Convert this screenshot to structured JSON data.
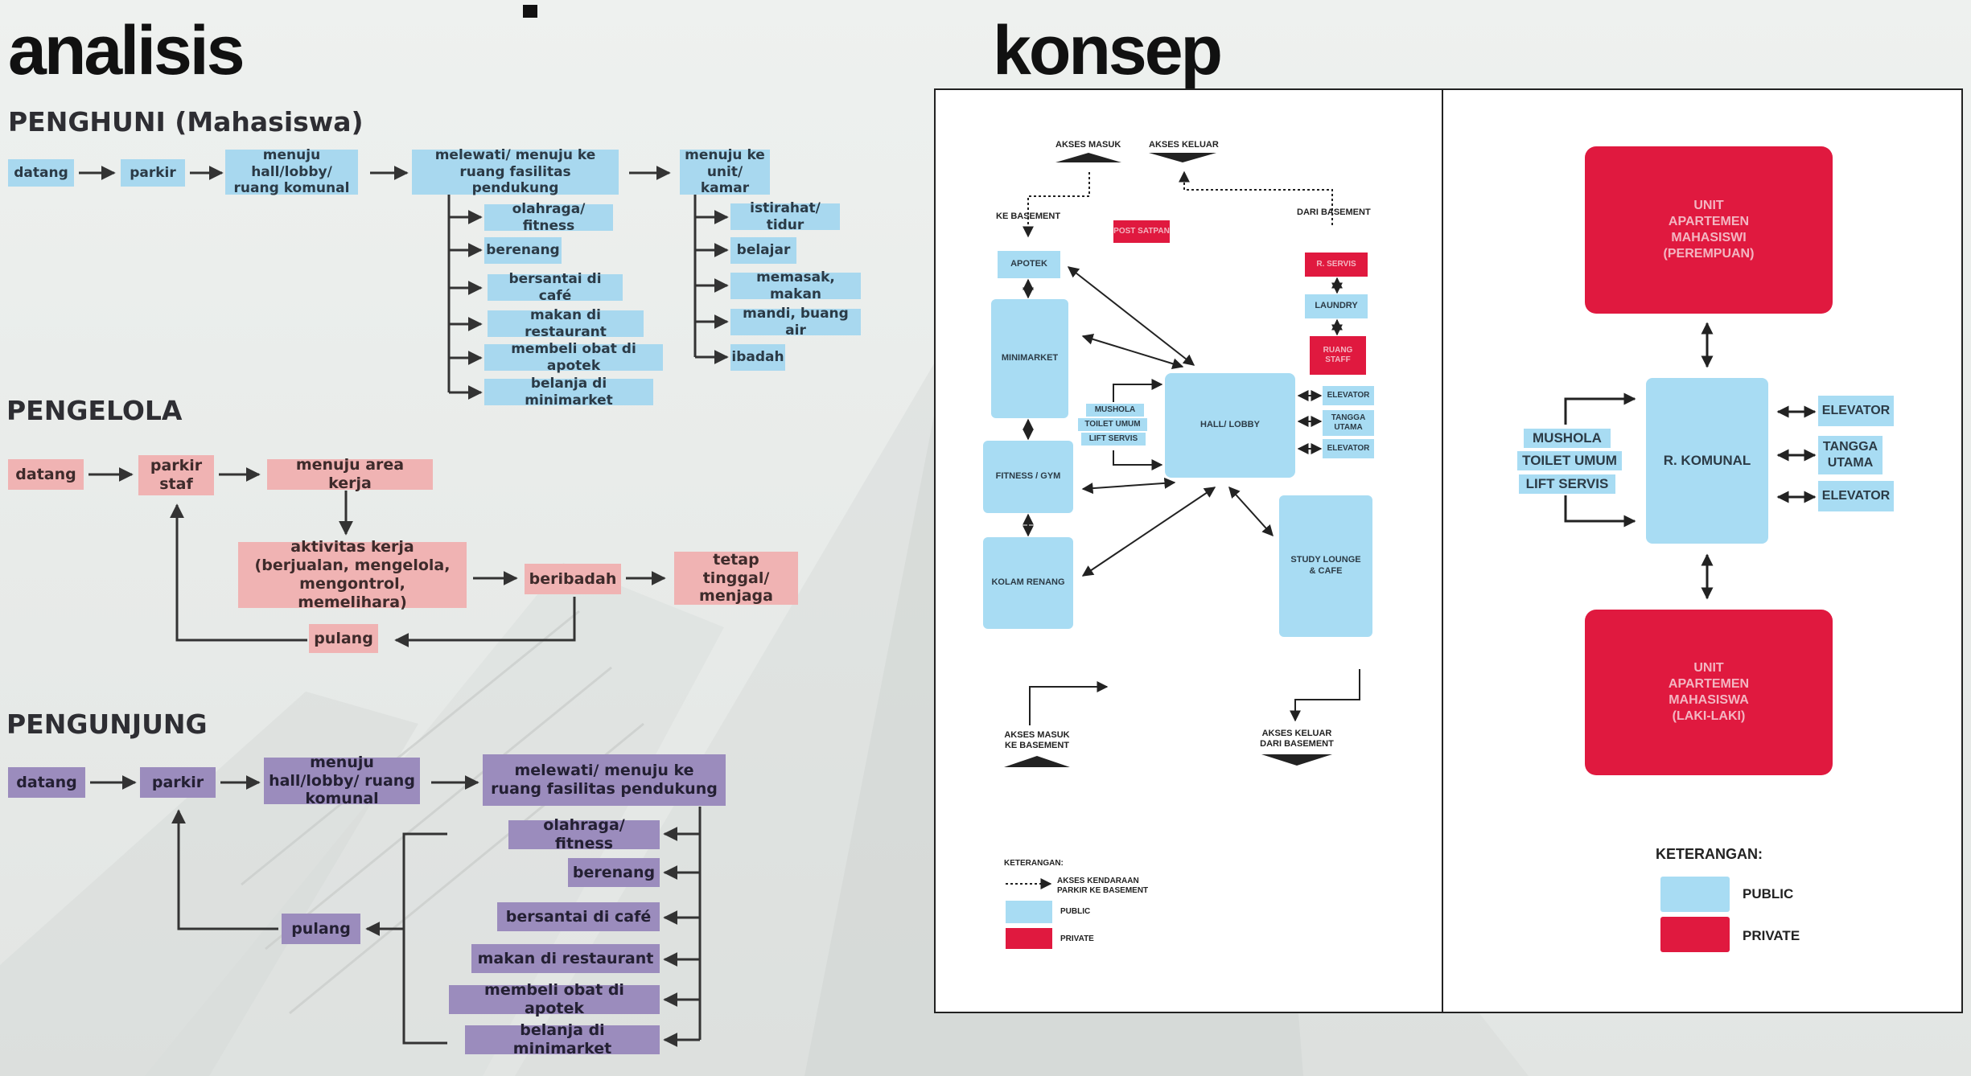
{
  "titles": {
    "analisis": "analisis",
    "konsep": "konsep"
  },
  "analysis": {
    "penghuni": {
      "heading": "PENGHUNI (Mahasiswa)",
      "flow": [
        "datang",
        "parkir",
        "menuju hall/lobby/ ruang komunal",
        "melewati/ menuju ke ruang fasilitas pendukung",
        "menuju ke unit/ kamar"
      ],
      "facilities": [
        "olahraga/ fitness",
        "berenang",
        "bersantai di café",
        "makan di restaurant",
        "membeli obat di apotek",
        "belanja di minimarket"
      ],
      "unit_activities": [
        "istirahat/ tidur",
        "belajar",
        "memasak, makan",
        "mandi, buang air",
        "ibadah"
      ]
    },
    "pengelola": {
      "heading": "PENGELOLA",
      "flow": [
        "datang",
        "parkir staf",
        "menuju area kerja",
        "aktivitas kerja (berjualan, mengelola, mengontrol, memelihara)",
        "beribadah",
        "tetap tinggal/ menjaga",
        "pulang"
      ]
    },
    "pengunjung": {
      "heading": "PENGUNJUNG",
      "flow": [
        "datang",
        "parkir",
        "menuju hall/lobby/ ruang komunal",
        "melewati/ menuju ke ruang fasilitas pendukung",
        "pulang"
      ],
      "facilities": [
        "olahraga/ fitness",
        "berenang",
        "bersantai di café",
        "makan di restaurant",
        "membeli obat di apotek",
        "belanja di minimarket"
      ]
    }
  },
  "concept_left": {
    "access_in": "AKSES MASUK",
    "access_out": "AKSES KELUAR",
    "to_basement": "KE BASEMENT",
    "from_basement": "DARI BASEMENT",
    "post": "POST SATPAN",
    "apotek": "APOTEK",
    "minimarket": "MINIMARKET",
    "fitness": "FITNESS / GYM",
    "kolam": "KOLAM RENANG",
    "hall": "HALL/ LOBBY",
    "study": "STUDY LOUNGE & CAFE",
    "r_servis": "R. SERVIS",
    "laundry": "LAUNDRY",
    "ruang_staff": "RUANG STAFF",
    "mushola": "MUSHOLA",
    "toilet": "TOILET UMUM",
    "lift": "LIFT SERVIS",
    "elevator_1": "ELEVATOR",
    "tangga": "TANGGA UTAMA",
    "elevator_2": "ELEVATOR",
    "access_in_basement": "AKSES MASUK KE BASEMENT",
    "access_out_basement": "AKSES KELUAR DARI BASEMENT",
    "legend_title": "KETERANGAN:",
    "legend_access": "AKSES KENDARAAN PARKIR KE BASEMENT",
    "legend_public": "PUBLIC",
    "legend_private": "PRIVATE"
  },
  "concept_right": {
    "unit_female": "UNIT APARTEMEN MAHASISWI (PEREMPUAN)",
    "unit_male": "UNIT APARTEMEN MAHASISWA (LAKI-LAKI)",
    "komunal": "R. KOMUNAL",
    "mushola": "MUSHOLA",
    "toilet": "TOILET UMUM",
    "lift": "LIFT SERVIS",
    "elevator_1": "ELEVATOR",
    "tangga": "TANGGA UTAMA",
    "elevator_2": "ELEVATOR",
    "legend_title": "KETERANGAN:",
    "legend_public": "PUBLIC",
    "legend_private": "PRIVATE"
  },
  "colors": {
    "public": "#a8dcf3",
    "private": "#e0193f",
    "penghuni": "#a8d8ef",
    "pengelola": "#f0b3b3",
    "pengunjung": "#9b8cbd"
  }
}
